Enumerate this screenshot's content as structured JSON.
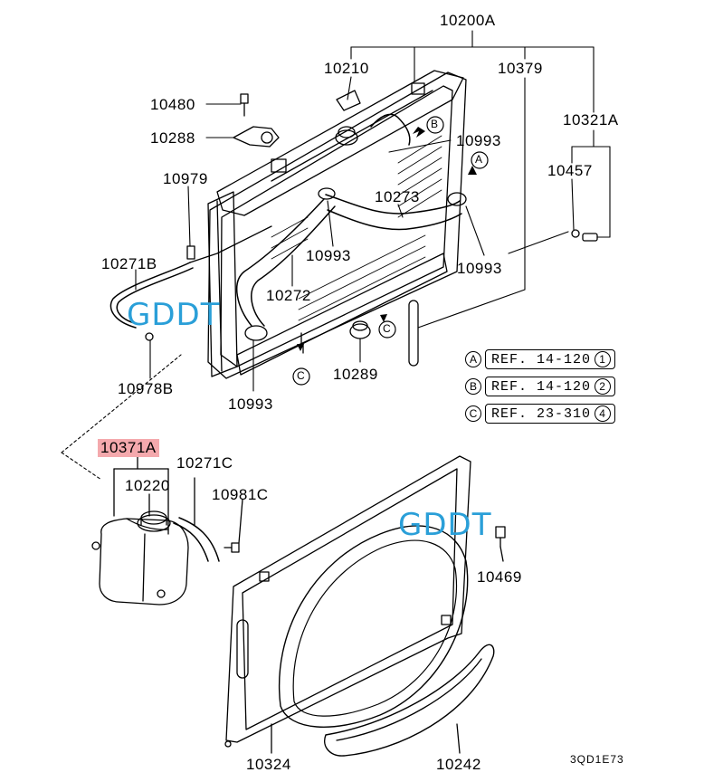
{
  "part_labels": {
    "p10200A": "10200A",
    "p10210": "10210",
    "p10379": "10379",
    "p10480": "10480",
    "p10288": "10288",
    "p10993_top": "10993",
    "p10321A": "10321A",
    "p10457": "10457",
    "p10979": "10979",
    "p10273": "10273",
    "p10993_mid": "10993",
    "p10993_right": "10993",
    "p10271B": "10271B",
    "p10272": "10272",
    "p10289": "10289",
    "p10978B": "10978B",
    "p10993_bottom": "10993",
    "p10371A": "10371A",
    "p10271C": "10271C",
    "p10220": "10220",
    "p10981C": "10981C",
    "p10469": "10469",
    "p10324": "10324",
    "p10242": "10242"
  },
  "references": [
    {
      "letter": "A",
      "text": "REF. 14-120",
      "num": "1"
    },
    {
      "letter": "B",
      "text": "REF. 14-120",
      "num": "2"
    },
    {
      "letter": "C",
      "text": "REF. 23-310",
      "num": "4"
    }
  ],
  "callouts": {
    "b": "B",
    "a": "A",
    "c1": "C",
    "c2": "C"
  },
  "watermarks": {
    "left": "GDDT",
    "right": "GDDT"
  },
  "drawing_code": "3QD1E73",
  "colors": {
    "highlight": "#f4a9ad",
    "watermark": "#2a9fd8",
    "line": "#000000"
  }
}
